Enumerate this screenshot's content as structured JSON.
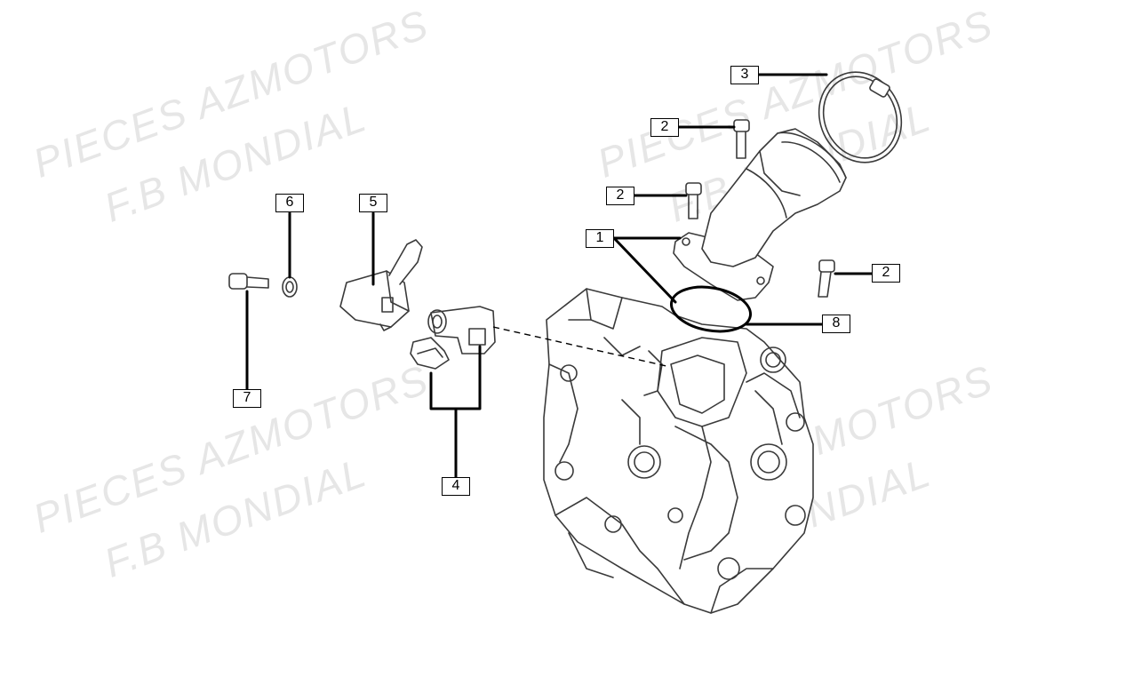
{
  "watermark": {
    "line1": "PIECES AZMOTORS",
    "line2": "F.B MONDIAL",
    "color": "#e6e6e6"
  },
  "callouts": {
    "c1": "1",
    "c2a": "2",
    "c2b": "2",
    "c2c": "2",
    "c3": "3",
    "c4": "4",
    "c5": "5",
    "c6": "6",
    "c7": "7",
    "c8": "8"
  },
  "colors": {
    "line": "#000000",
    "part_outline": "#3a3a3a",
    "part_fill": "#ffffff"
  }
}
